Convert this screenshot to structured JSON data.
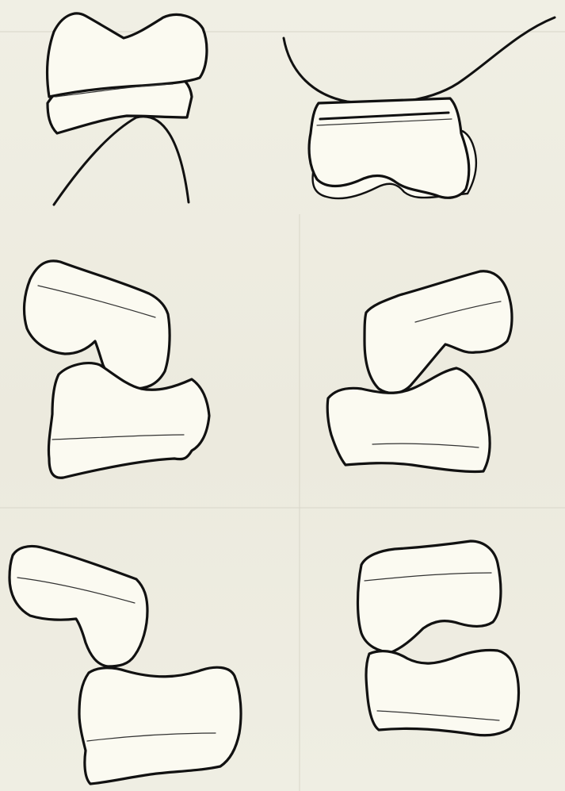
{
  "figure": {
    "panels": [
      {
        "id": "top-left",
        "bones": [
          "upper",
          "lower-arc"
        ]
      },
      {
        "id": "top-right",
        "bones": [
          "arc",
          "lower"
        ]
      },
      {
        "id": "middle-left",
        "bones": [
          "upper",
          "lower"
        ]
      },
      {
        "id": "middle-right",
        "bones": [
          "upper",
          "lower"
        ]
      },
      {
        "id": "bottom-left",
        "bones": [
          "upper",
          "lower"
        ]
      },
      {
        "id": "bottom-right",
        "bones": [
          "upper",
          "lower"
        ]
      }
    ],
    "colors": {
      "paper": "#efeee2",
      "ink": "#111111",
      "bone_fill": "#fbfaf1"
    }
  }
}
